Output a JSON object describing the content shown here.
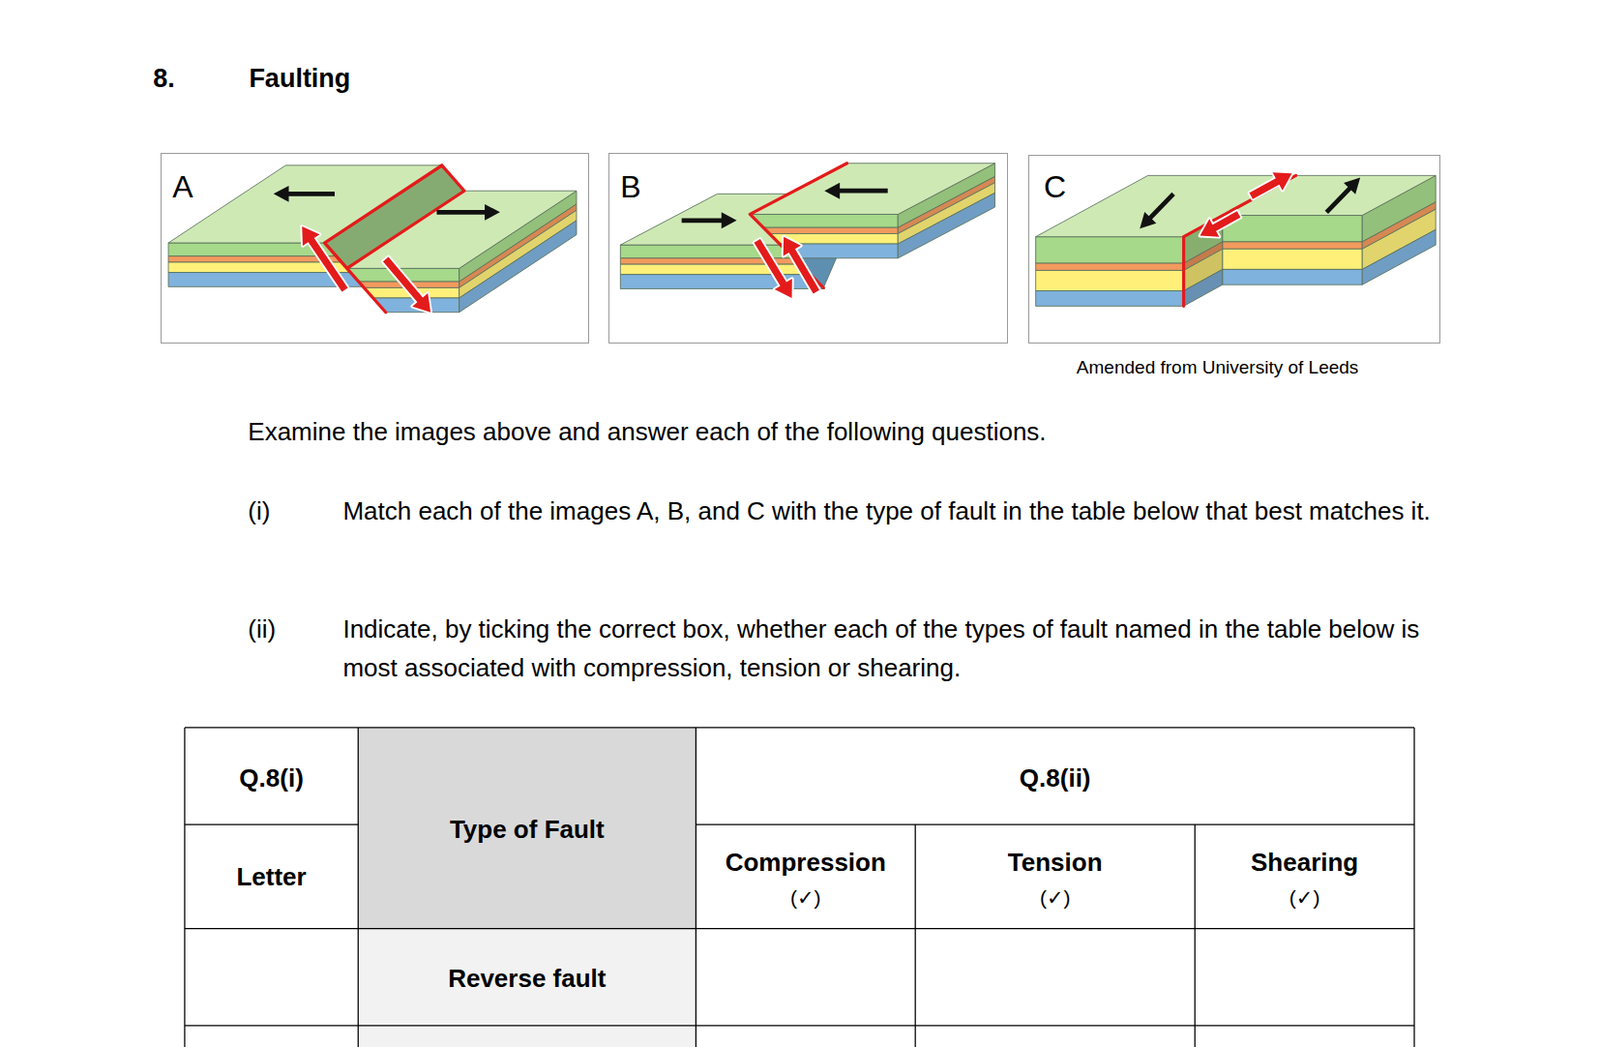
{
  "diagram": {
    "title": "Faulting",
    "caption": "Amended from University of Leeds",
    "nodes": [
      {
        "text": [
          "A"
        ]
      },
      {
        "text": [
          "B"
        ]
      },
      {
        "text": [
          "C"
        ]
      }
    ],
    "labels": [
      "8.",
      "Examine the images above and answer each of the following questions.",
      "(i)",
      "Match each of the images A, B, and C with the type of fault in the table below that best matches it.",
      "(ii)",
      "Indicate, by ticking the correct box, whether each of the types of fault named in the table below is most associated with compression, tension or shearing.",
      "Q.8(i)",
      "Type of Fault",
      "Q.8(ii)",
      "Letter",
      "Compression",
      "(✓)",
      "Tension",
      "(✓)",
      "Shearing",
      "(✓)",
      "Reverse fault"
    ]
  }
}
